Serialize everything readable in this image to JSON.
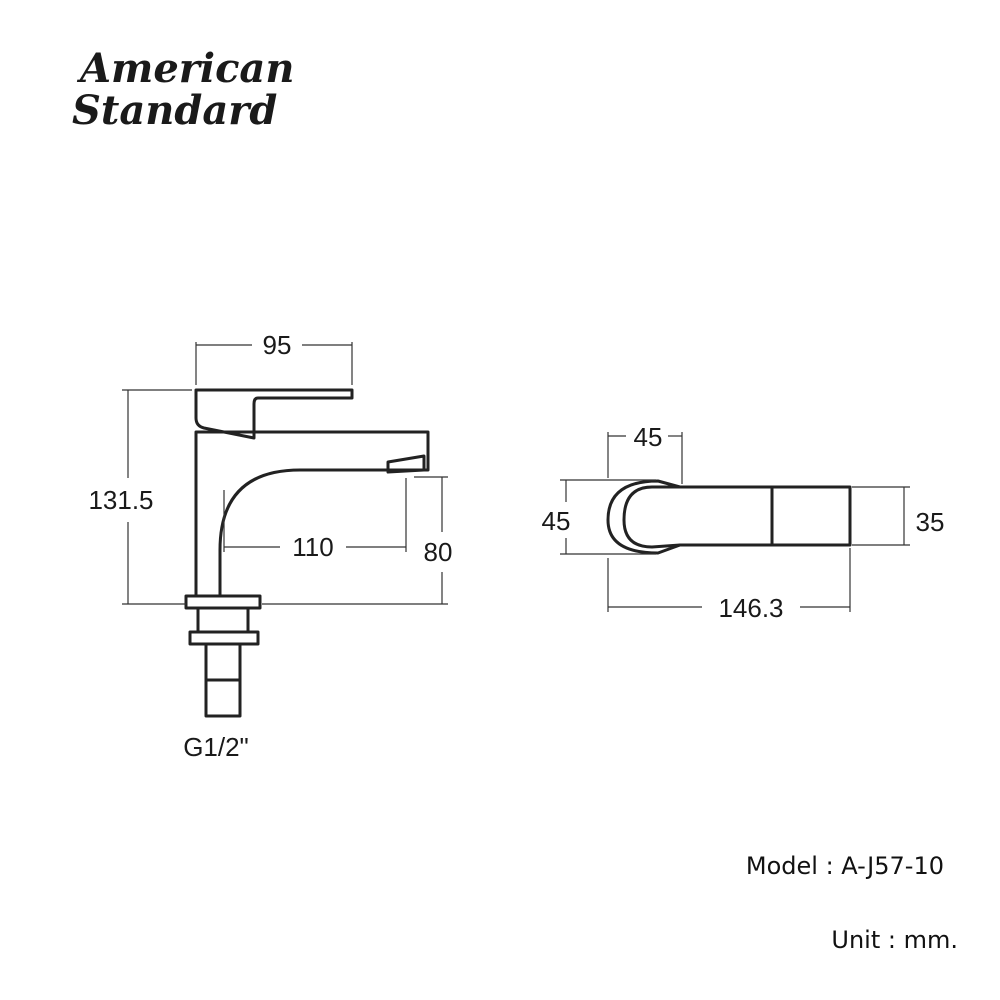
{
  "brand": {
    "line1": "American",
    "line2": "Standard"
  },
  "front_view": {
    "handle_width": "95",
    "total_height": "131.5",
    "spout_reach": "110",
    "spout_height": "80",
    "thread": "G1/2\""
  },
  "top_view": {
    "head_length": "45",
    "head_width": "45",
    "lever_width": "35",
    "total_length": "146.3"
  },
  "info": {
    "model": "Model : A-J57-10",
    "unit": "Unit : mm."
  }
}
